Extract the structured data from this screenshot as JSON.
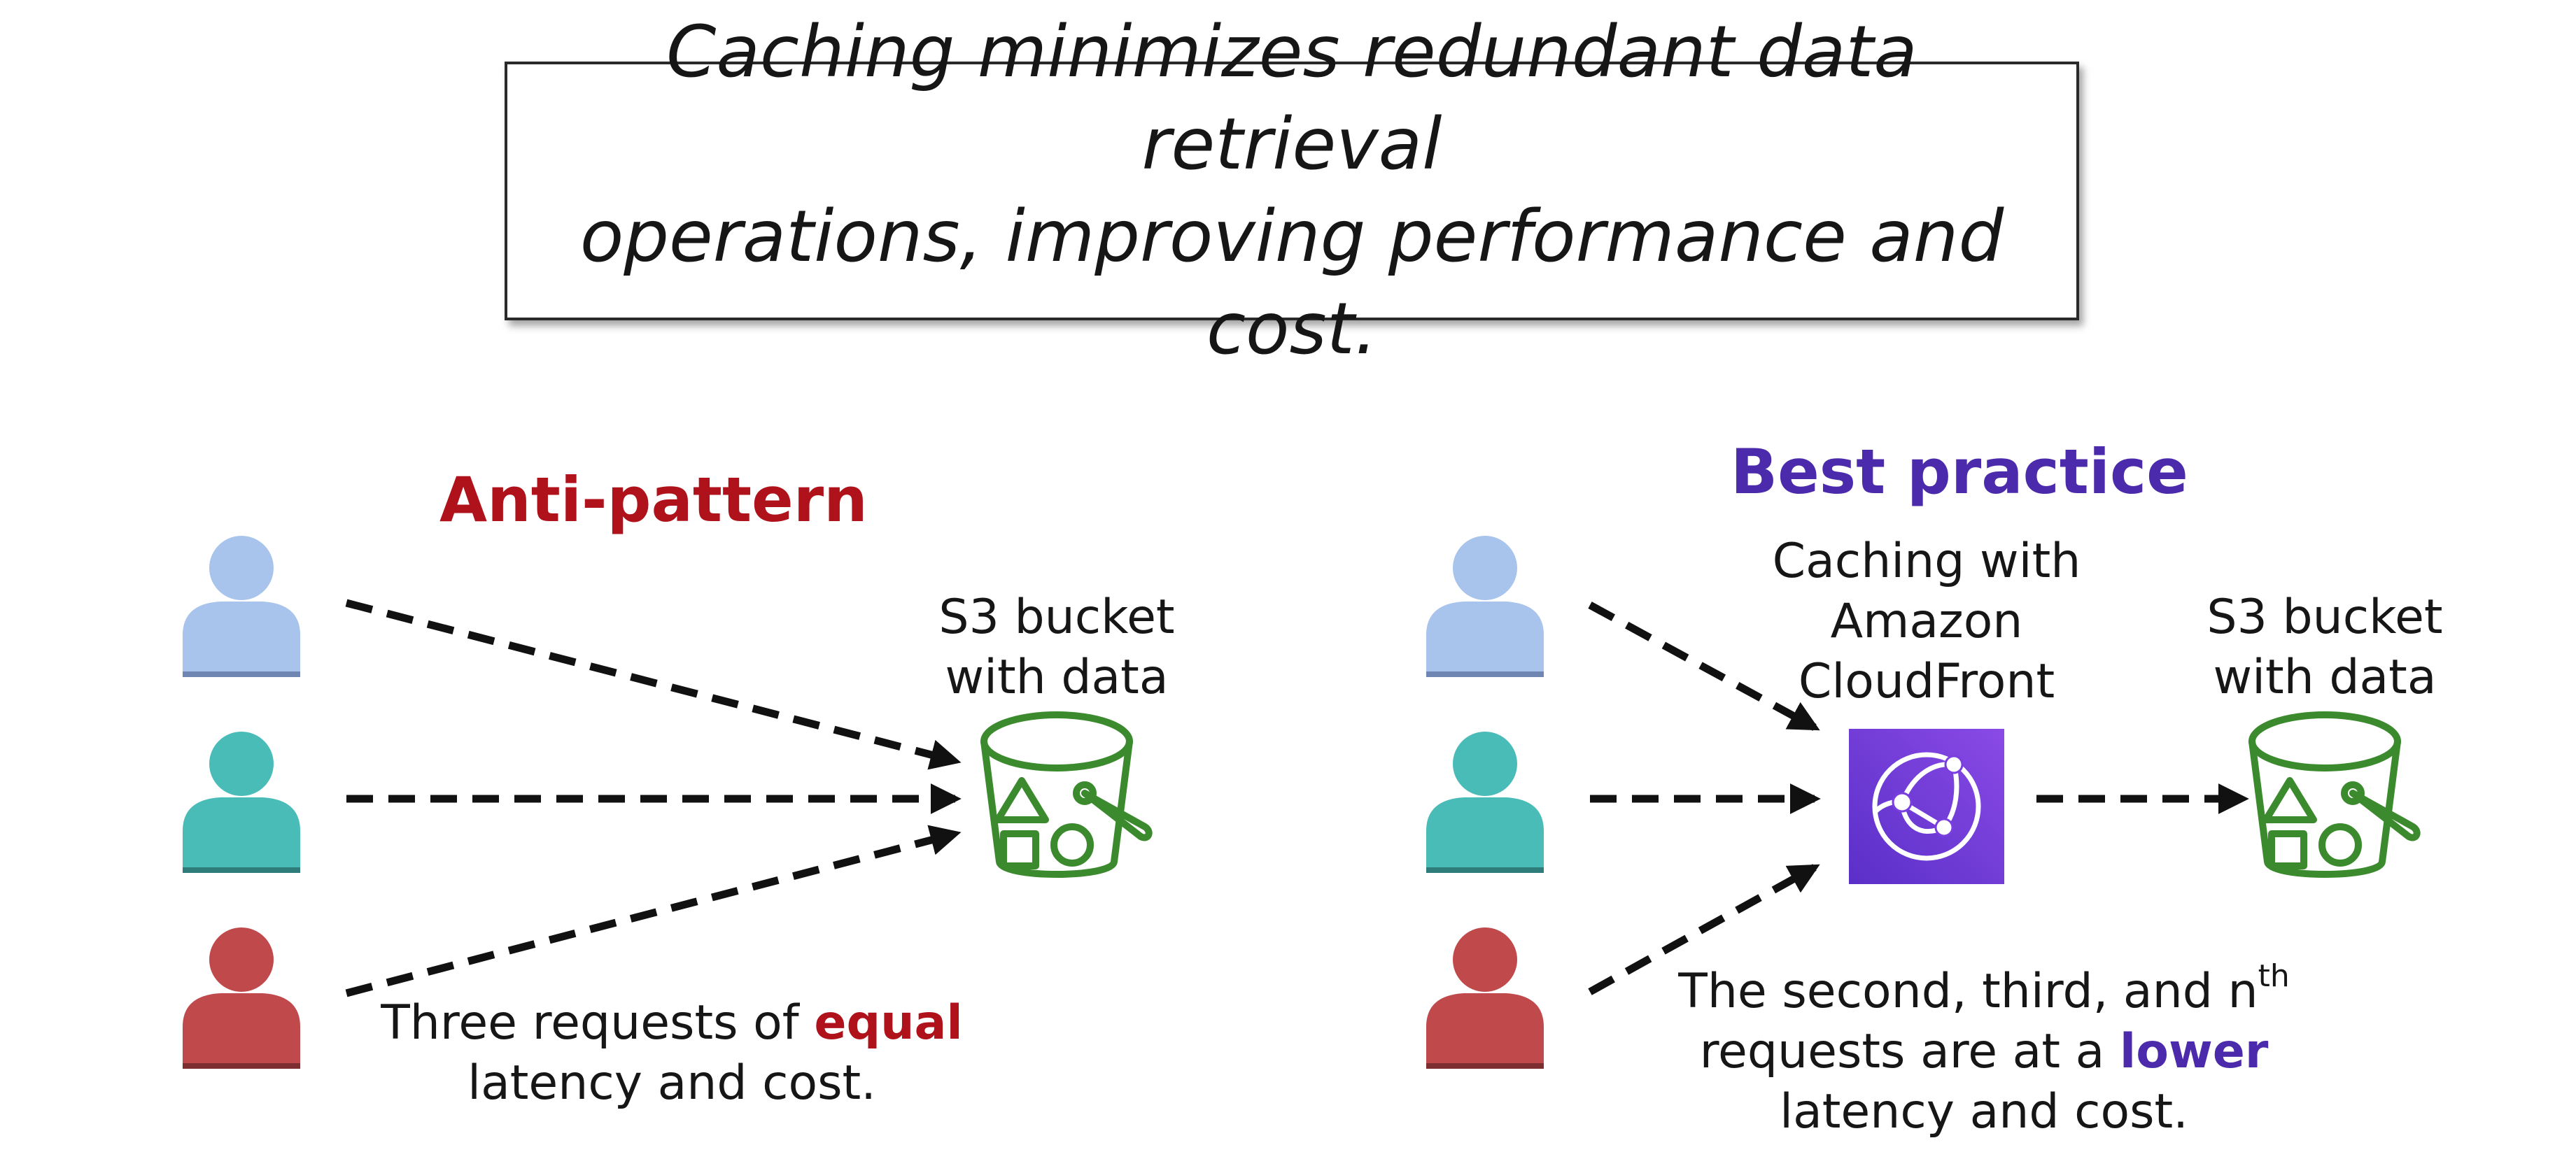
{
  "title": {
    "line1": "Caching minimizes redundant data retrieval",
    "line2": "operations, improving performance and cost."
  },
  "anti_pattern": {
    "heading": "Anti-pattern",
    "bucket_label_line1": "S3 bucket",
    "bucket_label_line2": "with data",
    "caption_line1_before": "Three requests of ",
    "caption_line1_emphasis": "equal",
    "caption_line2": "latency and cost."
  },
  "best_practice": {
    "heading": "Best practice",
    "cache_label_line1": "Caching with",
    "cache_label_line2": "Amazon",
    "cache_label_line3": "CloudFront",
    "bucket_label_line1": "S3 bucket",
    "bucket_label_line2": "with data",
    "caption_line1_before": "The second, third, and n",
    "caption_line1_sup": "th",
    "caption_line2_before": "requests are at a ",
    "caption_line2_emphasis": "lower",
    "caption_line3": "latency and cost."
  },
  "colors": {
    "anti_pattern_red": "#b0121b",
    "best_practice_purple": "#4b2bab",
    "user_blue": "#a9c4ec",
    "user_teal": "#49bcb8",
    "user_red": "#c0494b",
    "bucket_green": "#3c8a2e",
    "cloudfront_purple": "#7a3de0",
    "arrow": "#111111"
  },
  "icons": {
    "user": "user-icon",
    "bucket": "s3-bucket-icon",
    "cloudfront": "cloudfront-icon"
  }
}
